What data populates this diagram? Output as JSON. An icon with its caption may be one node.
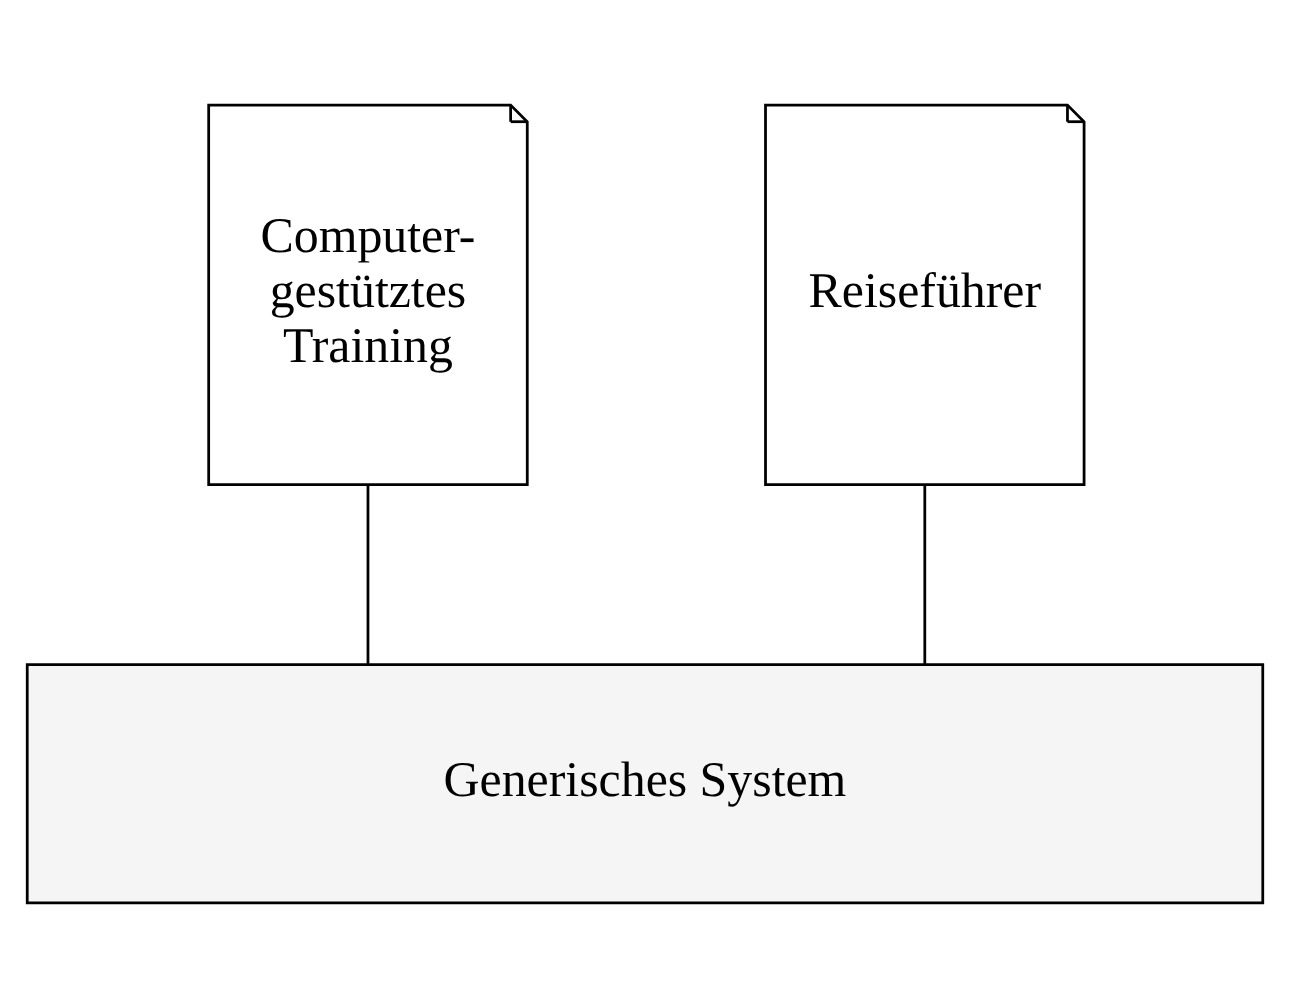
{
  "diagram": {
    "nodes": [
      {
        "text": [
          "Computer-gestütztes Training"
        ]
      },
      {
        "text": [
          "Reiseführer"
        ]
      },
      {
        "text": [
          "Generisches System"
        ]
      }
    ],
    "edges": [
      {
        "from": 0,
        "to": 2,
        "arrow": "none"
      },
      {
        "from": 1,
        "to": 2,
        "arrow": "none"
      }
    ]
  }
}
